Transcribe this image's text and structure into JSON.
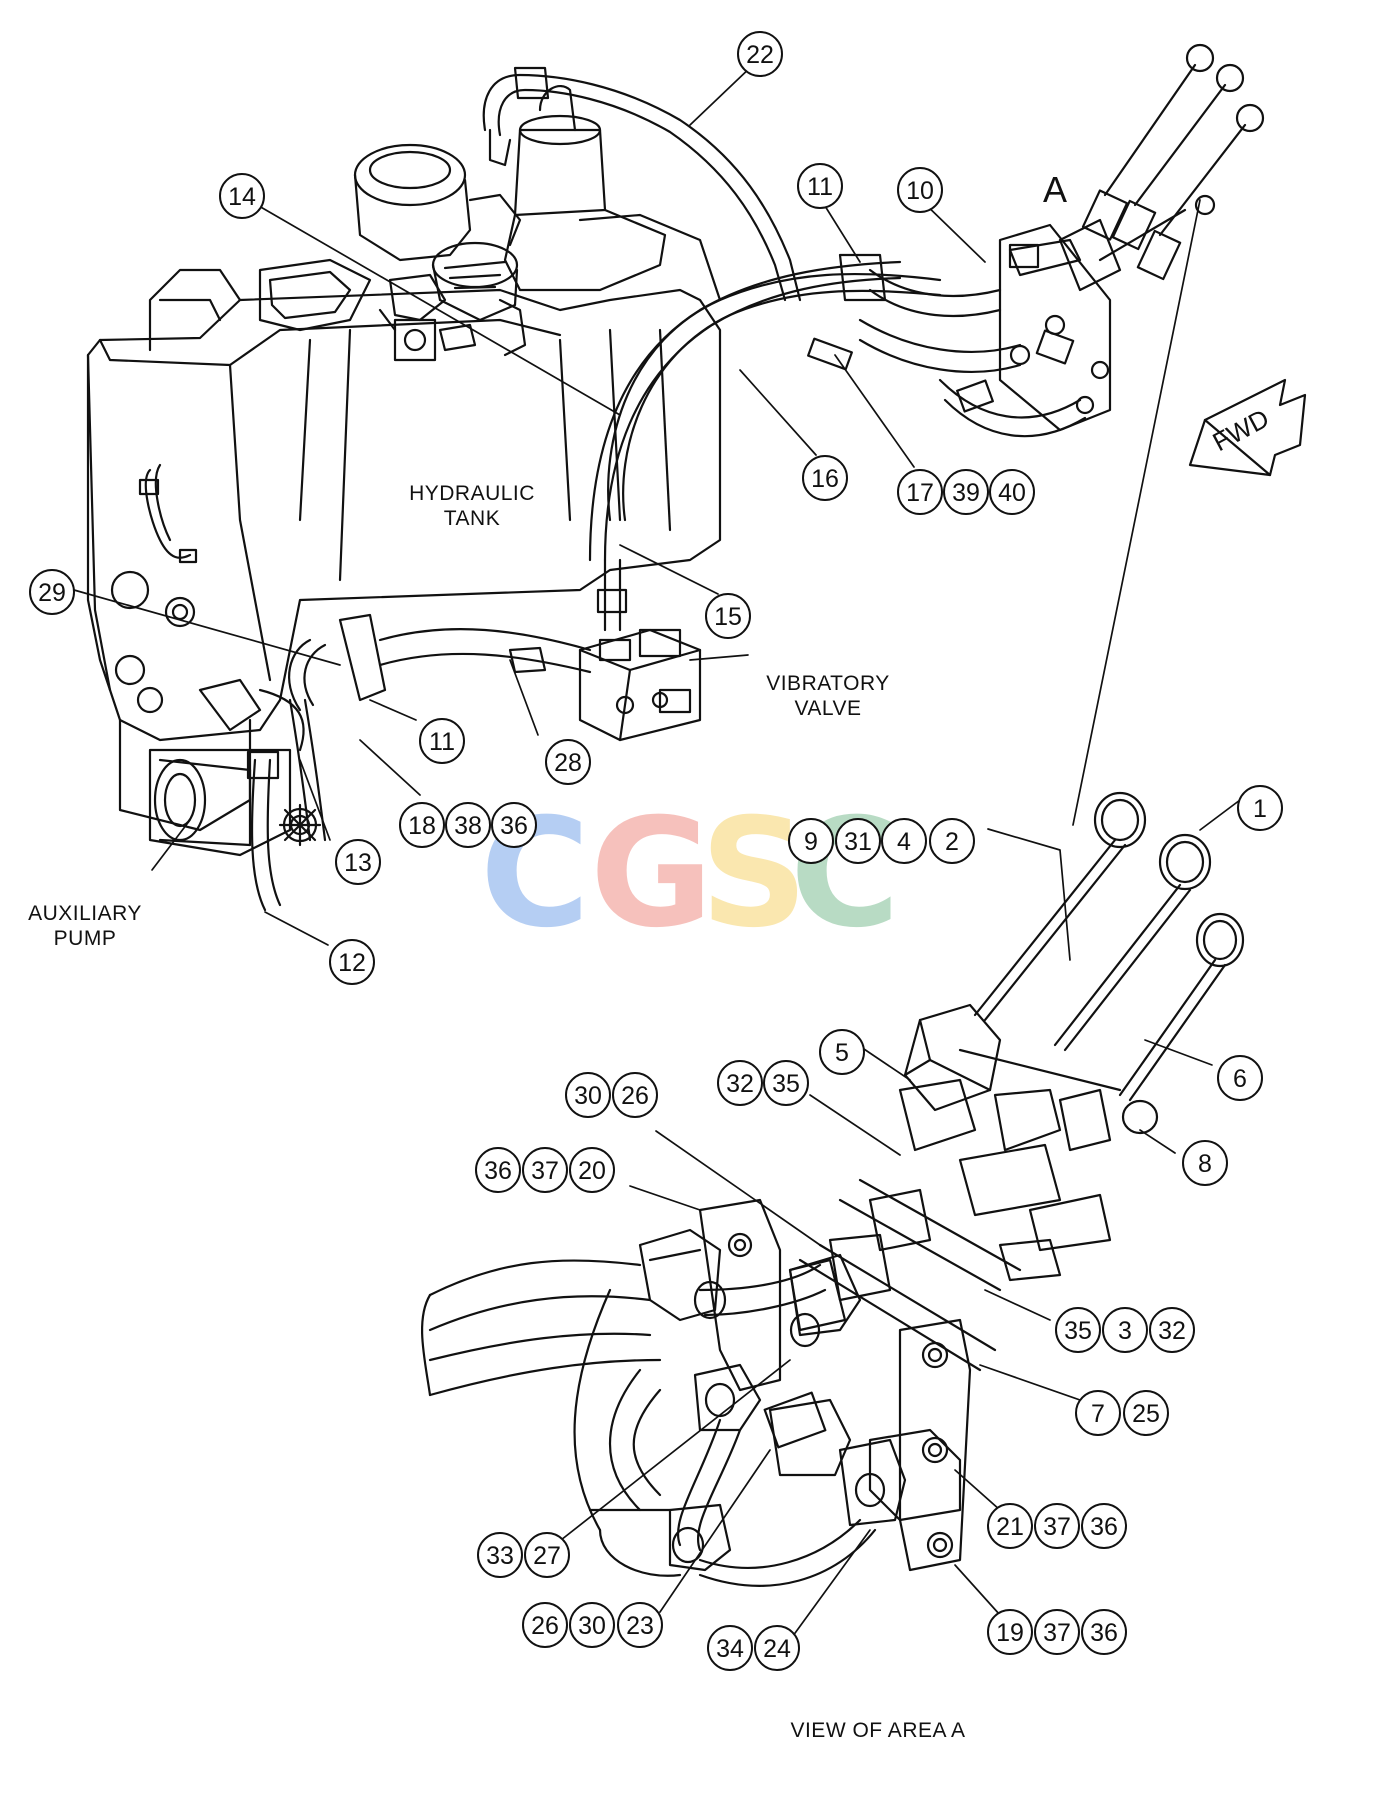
{
  "labels": {
    "hydraulic_tank_l1": "HYDRAULIC",
    "hydraulic_tank_l2": "TANK",
    "vibratory_valve_l1": "VIBRATORY",
    "vibratory_valve_l2": "VALVE",
    "auxiliary_pump_l1": "AUXILIARY",
    "auxiliary_pump_l2": "PUMP",
    "area_marker": "A",
    "fwd": "FWD",
    "view_caption": "VIEW OF AREA A"
  },
  "watermark": {
    "letters": [
      "C",
      "G",
      "S",
      "C"
    ],
    "colors": [
      "#7aa7ea",
      "#ef8f86",
      "#f6d56f",
      "#7fbf95"
    ]
  },
  "callouts": {
    "c22": "22",
    "c14": "14",
    "c11a": "11",
    "c10": "10",
    "c16": "16",
    "c17": "17",
    "c39": "39",
    "c40": "40",
    "c15": "15",
    "c29": "29",
    "c11b": "11",
    "c28": "28",
    "c18": "18",
    "c38a": "38",
    "c36a": "36",
    "c13": "13",
    "c12": "12",
    "c9": "9",
    "c31": "31",
    "c4": "4",
    "c2": "2",
    "c1": "1",
    "c5": "5",
    "c32a": "32",
    "c35a": "35",
    "c6": "6",
    "c30a": "30",
    "c26a": "26",
    "c8": "8",
    "c36b": "36",
    "c37a": "37",
    "c20": "20",
    "c35b": "35",
    "c3": "3",
    "c32b": "32",
    "c7": "7",
    "c25": "25",
    "c21": "21",
    "c37b": "37",
    "c36c": "36",
    "c33": "33",
    "c27": "27",
    "c26b": "26",
    "c30b": "30",
    "c23": "23",
    "c34": "34",
    "c24": "24",
    "c19": "19",
    "c37c": "37",
    "c36d": "36"
  }
}
